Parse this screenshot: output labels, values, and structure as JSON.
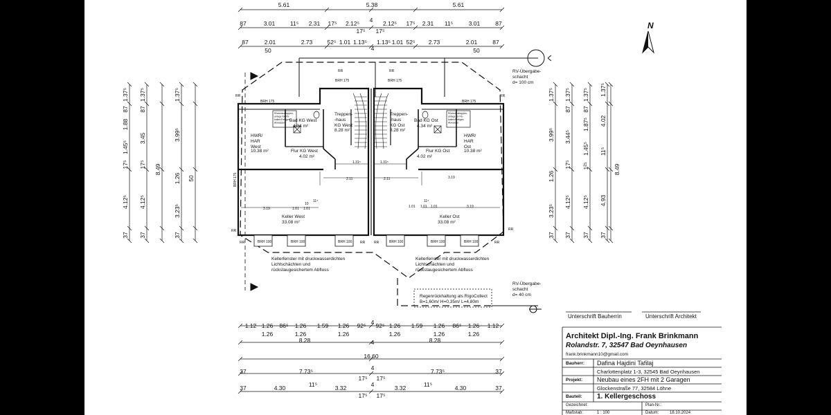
{
  "north": "N",
  "top_dimensions": {
    "row1": [
      "5.61",
      "5.38",
      "5.61"
    ],
    "row2": [
      "87",
      "3.01",
      "11⁵",
      "2.31",
      "17⁵",
      "2.12⁵",
      "4",
      "2.12⁵",
      "17⁵",
      "2.31",
      "11⁵",
      "3.01",
      "87"
    ],
    "row2_sub": [
      "17⁵",
      "17⁵"
    ],
    "row3": [
      "87",
      "2.01",
      "2.73",
      "52⁵",
      "1.01",
      "1.13⁵",
      "4",
      "1.13⁵",
      "1.01",
      "52⁵",
      "2.73",
      "2.01",
      "87"
    ],
    "row3_sub": [
      "50",
      "50"
    ]
  },
  "left_dimensions": {
    "outer": [
      "1.37⁵",
      "87",
      "1.88",
      "1.45⁵",
      "17⁵",
      "4.12⁵",
      "37"
    ],
    "mid": [
      "1.37⁵",
      "87",
      "3.45",
      "17⁵",
      "4.12⁵",
      "37"
    ],
    "total": [
      "8.49"
    ],
    "inner": [
      "1.37⁵",
      "3.99⁵",
      "1.26",
      "3.23⁵",
      "37"
    ],
    "inner2": [
      "50"
    ]
  },
  "right_dimensions": {
    "inner": [
      "1.37⁵",
      "3.99⁵",
      "1.26",
      "3.23⁵",
      "37"
    ],
    "mid": [
      "1.37⁵",
      "87",
      "3.44⁵",
      "17⁵",
      "4.12⁵",
      "37"
    ],
    "outer": [
      "1.37⁵",
      "87",
      "1.87⁵",
      "1.45⁵",
      "1²⁵",
      "4.12⁵",
      "37"
    ],
    "far": [
      "1.37⁵",
      "4.02",
      "11⁵",
      "4.93",
      "37"
    ],
    "total": [
      "8.49"
    ]
  },
  "rooms": [
    {
      "name": "HWR/\nHAR\nWest",
      "area": "10.38 m²"
    },
    {
      "name": "Bad KG West",
      "area": "4.34 m²"
    },
    {
      "name": "Treppen-\nhaus\nKG West",
      "area": "8.28 m²"
    },
    {
      "name": "Treppen-\nhaus\nKG Ost",
      "area": "8.28 m²"
    },
    {
      "name": "Bad KG Ost",
      "area": "4.34 m²"
    },
    {
      "name": "HWR/\nHAR\nOst",
      "area": "10.38 m²"
    },
    {
      "name": "Flur KG West",
      "area": "4.02 m²"
    },
    {
      "name": "Flur KG Ost",
      "area": "4.02 m²"
    },
    {
      "name": "Keller West",
      "area": "33.08 m²"
    },
    {
      "name": "Keller Ost",
      "area": "33.08 m²"
    }
  ],
  "labels": {
    "brh175": "BRH 175",
    "brh100": "BRH 100",
    "rr": "RR",
    "rv_top": "RV-Übergabe-\nschacht\nd= 100 cm",
    "rv_bottom": "RV-Übergabe-\nschacht\nd= 40 cm",
    "keller_note": "Kellerfenster mit druckwasserdichten\nLichtschächten und\nrückstaugesichertem Abfluss",
    "regen_note": "Regenrückhaltung als RigoCollect\nB=1,60m/ H=0,35m/ L=4,80m",
    "install_note": "Rückstauklappen-\nanlage für Fä-\nkalien/Fettiges\nAbwasser",
    "inner_dims": [
      "3.19",
      "1.01",
      "1.01",
      "10",
      "11⁵",
      "2.11",
      "1.31⁵",
      "1.31⁵",
      "2.11",
      "3.19",
      "1.01",
      "1.01",
      "1.01",
      "11⁵",
      "3.19"
    ]
  },
  "bottom_dimensions": {
    "row1": [
      "1.12",
      "1.26",
      "86⁵",
      "1.26",
      "1.59",
      "1.26",
      "92⁵",
      "4",
      "92⁵",
      "1.26",
      "1.59",
      "1.26",
      "86⁵",
      "1.26",
      "1.12"
    ],
    "row2": [
      "1.26",
      "1.26",
      "1.26",
      "1.26",
      "1.26",
      "1.26"
    ],
    "row3": [
      "8.28",
      "4",
      "8.28"
    ],
    "row4": [
      "16.60"
    ],
    "row5": [
      "37",
      "7.73⁵",
      "4",
      "7.73⁵",
      "37"
    ],
    "row5_sub": [
      "17⁵",
      "17⁵"
    ],
    "row6": [
      "37",
      "4.30",
      "11⁵",
      "3.32",
      "4",
      "3.32",
      "11⁵",
      "4.30",
      "37"
    ],
    "row6_sub": [
      "17⁵",
      "17⁵"
    ]
  },
  "signatures": {
    "owner": "Unterschrift Bauherrin",
    "architect": "Unterschrift Architekt"
  },
  "title_block": {
    "firm": "Architekt Dipl.-Ing. Frank Brinkmann",
    "address": "Rolandstr. 7, 32547 Bad Oeynhausen",
    "email": "frank.brinkmann10@gmail.com",
    "client_label": "Bauherr:",
    "client_name": "Dafina Hajdini Tafilaj",
    "client_address": "Charlottenplatz 1-3, 32545 Bad Oeynhausen",
    "project_label": "Projekt:",
    "project_name": "Neubau eines 2FH mit 2 Garagen",
    "project_address": "Glockenstraße 77, 32584 Löhne",
    "part_label": "Bauteil:",
    "part_name": "1. Kellergeschoss",
    "drawn_label": "Gezeichnet:",
    "plan_no_label": "Plan-Nr.:",
    "scale_label": "Maßstab:",
    "scale_value": "1 : 100",
    "date_label": "Datum:",
    "date_value": "18.10.2024"
  }
}
